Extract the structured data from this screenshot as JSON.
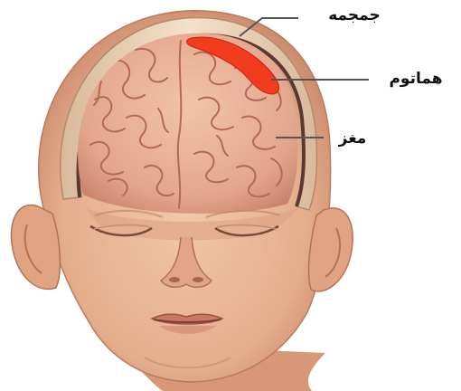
{
  "labels": {
    "skull": "جمجمه",
    "hematoma": "هماتوم",
    "brain": "مغز"
  },
  "colors": {
    "skin": "#e9b796",
    "skin_shadow": "#c9876a",
    "skull": "#f0dcc2",
    "brain": "#e5aa92",
    "brain_fold": "#b86e5c",
    "hematoma": "#f23c1e",
    "leader_line": "#555555"
  }
}
